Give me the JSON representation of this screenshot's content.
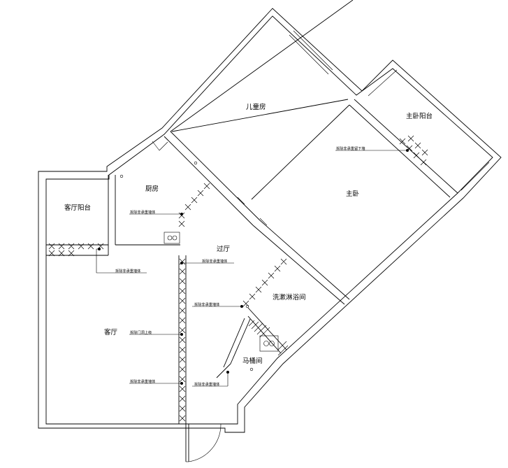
{
  "rooms": {
    "children_room": "儿童房",
    "master_balcony": "主卧阳台",
    "master_bedroom": "主卧",
    "kitchen": "厨房",
    "living_balcony": "客厅阳台",
    "hallway": "过厅",
    "shower_room": "洗漱淋浴间",
    "living_room": "客厅",
    "toilet_room": "马桶间"
  },
  "annotations": {
    "master_remove_wall": "拆除非承重留下墙",
    "kitchen_remove_wall": "拆除非承重墙体",
    "balcony_remove_wall": "拆除非承重墙体",
    "hall_remove_wall": "拆除非承重墙体",
    "shower_remove_wall": "拆除非承重墙体",
    "door_lintel": "拆除门洞上级",
    "living_remove_wall": "拆除非承重墙体",
    "toilet_remove_wall": "拆除非承重墙体"
  }
}
